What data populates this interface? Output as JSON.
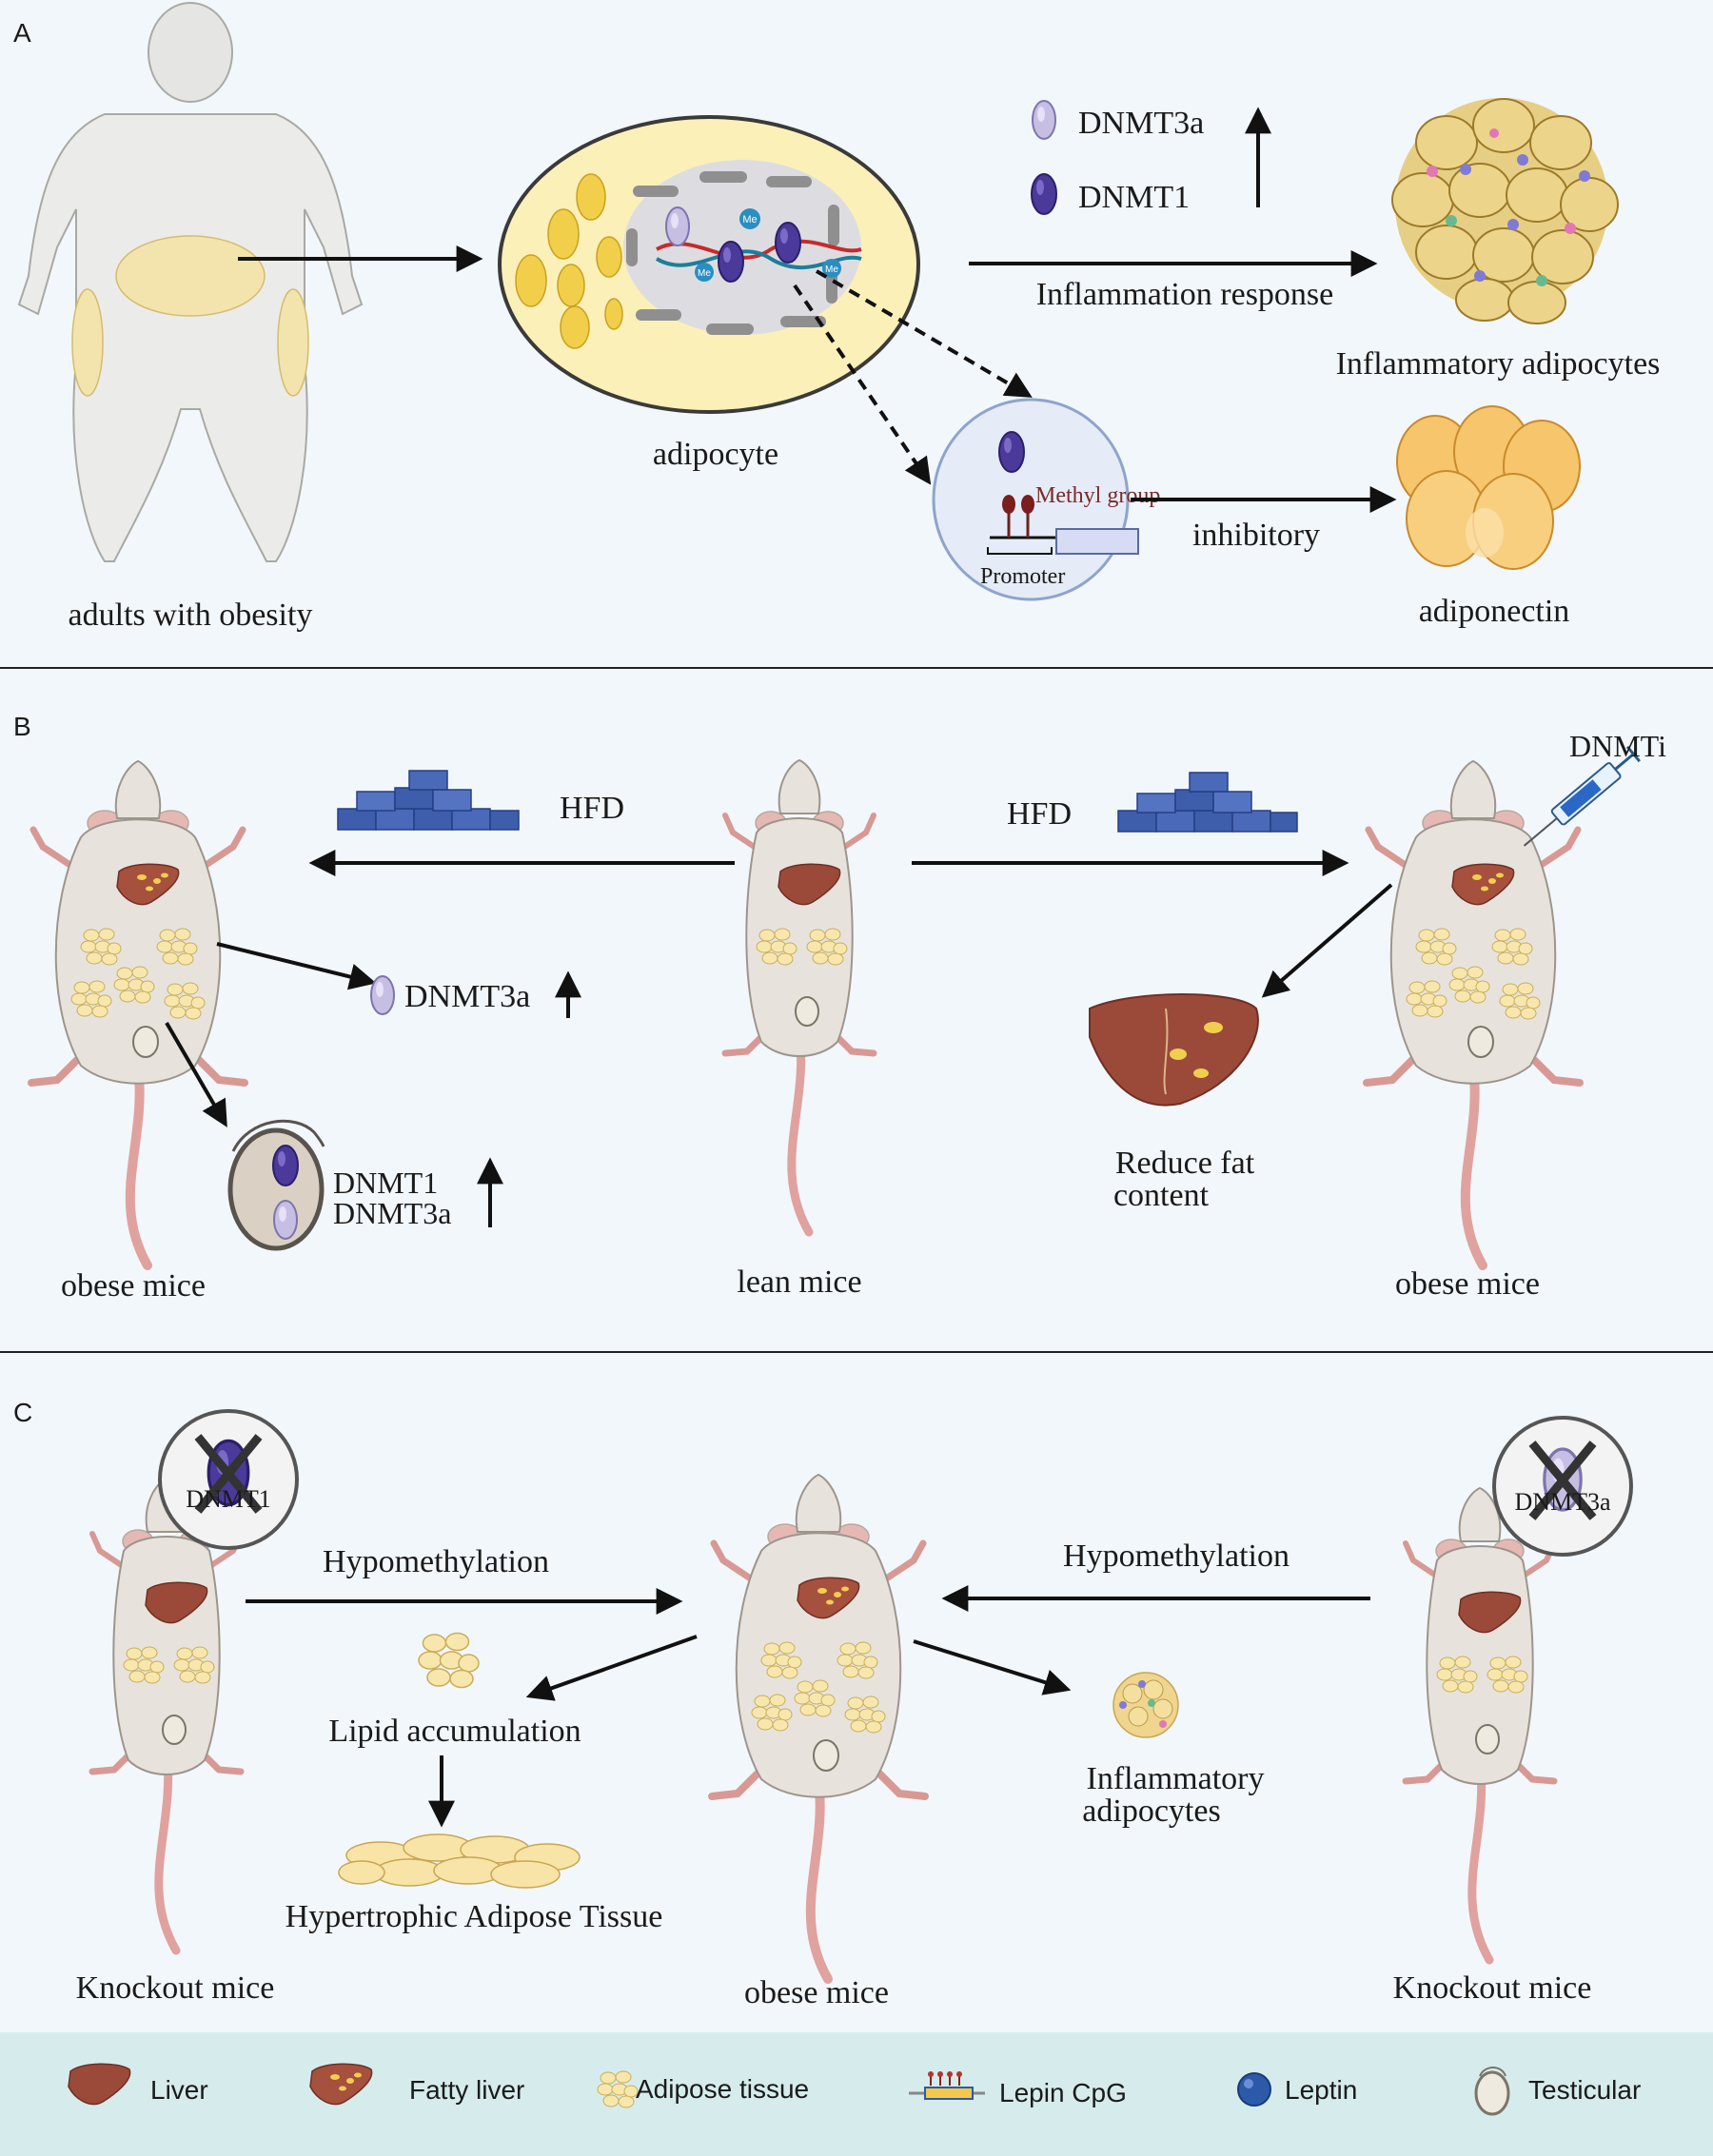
{
  "panels": {
    "a": {
      "letter": "A",
      "human_label": "adults with obesity",
      "adipocyte_label": "adipocyte",
      "me_label": "Me",
      "dnmt3a_label": "DNMT3a",
      "dnmt1_label": "DNMT1",
      "inflammation_label": "Inflammation response",
      "inflammatory_label": "Inflammatory adipocytes",
      "methyl_label": "Methyl group",
      "promoter_label": "Promoter",
      "inhibitory_label": "inhibitory",
      "adiponectin_label": "adiponectin"
    },
    "b": {
      "letter": "B",
      "hfd_left": "HFD",
      "hfd_right": "HFD",
      "dnmti_label": "DNMTi",
      "dnmt3a_label": "DNMT3a",
      "cell_dnmt1": "DNMT1",
      "cell_dnmt3a": "DNMT3a",
      "reduce_line1": "Reduce fat",
      "reduce_line2": "content",
      "obese_left": "obese mice",
      "lean": "lean mice",
      "obese_right": "obese mice"
    },
    "c": {
      "letter": "C",
      "ko1_label": "DNMT1",
      "ko3a_label": "DNMT3a",
      "hypo_left": "Hypomethylation",
      "hypo_right": "Hypomethylation",
      "lipid": "Lipid accumulation",
      "hypertrophic": "Hypertrophic Adipose Tissue",
      "inflam_line1": "Inflammatory",
      "inflam_line2": "adipocytes",
      "ko_left": "Knockout mice",
      "obese": "obese mice",
      "ko_right": "Knockout mice"
    }
  },
  "legend": {
    "liver": "Liver",
    "fatty_liver": "Fatty liver",
    "adipose": "Adipose tissue",
    "lepin": "Lepin CpG",
    "leptin": "Leptin",
    "testicular": "Testicular"
  },
  "colors": {
    "panel_bg": "#f2f7fb",
    "legend_bg": "#d6ecec",
    "dnmt3a": "#c6bfe3",
    "dnmt1": "#4b3a9a",
    "fat_yellow": "#f3d36b",
    "liver": "#9b4a3a",
    "mouse_body": "#e7e3dc",
    "tail": "#e0a29e"
  }
}
